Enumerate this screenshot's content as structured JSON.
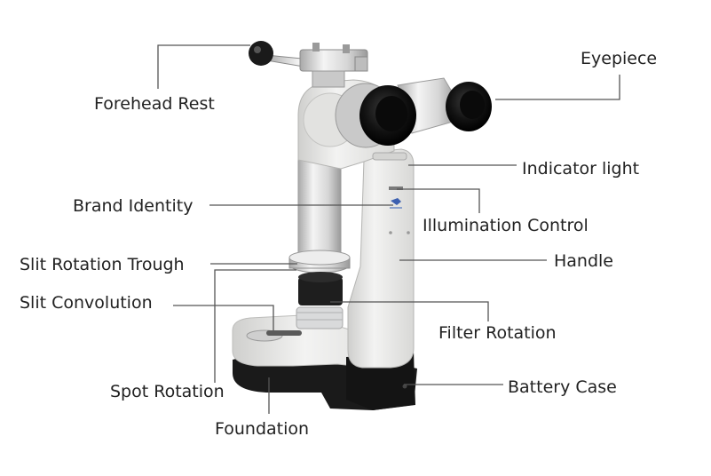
{
  "labels": {
    "forehead_rest": "Forehead Rest",
    "eyepiece": "Eyepiece",
    "indicator_light": "Indicator light",
    "brand_identity": "Brand Identity",
    "illumination_control": "Illumination Control",
    "slit_rotation_trough": "Slit Rotation Trough",
    "handle": "Handle",
    "slit_convolution": "Slit Convolution",
    "filter_rotation": "Filter Rotation",
    "battery_case": "Battery Case",
    "spot_rotation": "Spot Rotation",
    "foundation": "Foundation"
  },
  "colors": {
    "leader_line": "#555555",
    "label_text": "#222222",
    "device_body": "#e6e6e4",
    "device_dark": "#1c1c1c"
  }
}
